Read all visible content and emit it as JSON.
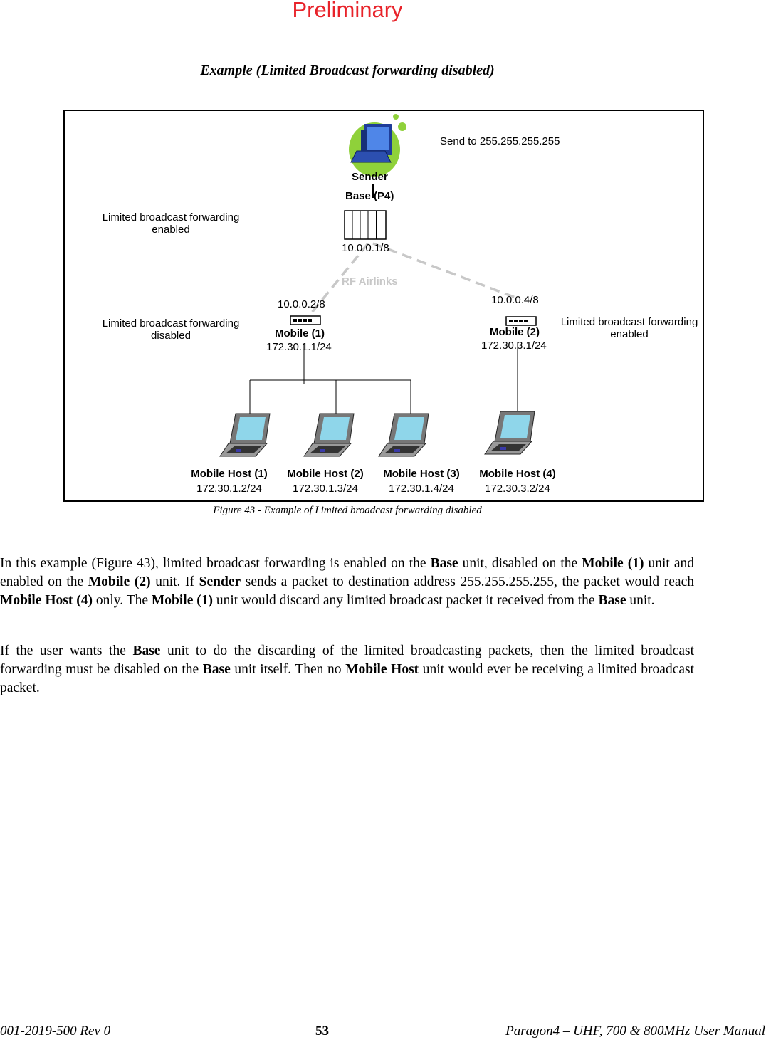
{
  "watermark": "Preliminary",
  "section_heading": "Example (Limited Broadcast forwarding disabled)",
  "diagram": {
    "send_to": "Send to 255.255.255.255",
    "sender": "Sender",
    "base_label": "Base (P4)",
    "base_ip": "10.0.0.1/8",
    "rf_airlinks": "RF Airlinks",
    "base_note_line1": "Limited broadcast forwarding",
    "base_note_line2": "enabled",
    "mobile1_note_line1": "Limited broadcast forwarding",
    "mobile1_note_line2": "disabled",
    "mobile2_note_line1": "Limited broadcast forwarding",
    "mobile2_note_line2": "enabled",
    "mobile1": {
      "ip_rf": "10.0.0.2/8",
      "label": "Mobile (1)",
      "ip_lan": "172.30.1.1/24"
    },
    "mobile2": {
      "ip_rf": "10.0.0.4/8",
      "label": "Mobile (2)",
      "ip_lan": "172.30.3.1/24"
    },
    "hosts": [
      {
        "label": "Mobile Host (1)",
        "ip": "172.30.1.2/24"
      },
      {
        "label": "Mobile Host (2)",
        "ip": "172.30.1.3/24"
      },
      {
        "label": "Mobile Host (3)",
        "ip": "172.30.1.4/24"
      },
      {
        "label": "Mobile Host (4)",
        "ip": "172.30.3.2/24"
      }
    ],
    "colors": {
      "watermark": "#e8232a",
      "rf_link": "#c8c8c8",
      "sender_blob": "#8fd13a",
      "monitor": "#3366cc"
    }
  },
  "caption": "Figure 43 - Example of Limited broadcast forwarding disabled",
  "paragraph1": {
    "t1": "In this example (Figure 43), limited broadcast forwarding is enabled on the ",
    "b1": "Base",
    "t2": " unit, disabled on the ",
    "b2": "Mobile (1)",
    "t3": " unit and enabled on the ",
    "b3": "Mobile (2)",
    "t4": " unit. If ",
    "b4": "Sender",
    "t5": " sends a packet to destination address 255.255.255.255, the packet would reach ",
    "b5": "Mobile Host (4)",
    "t6": " only.  The ",
    "b6": "Mobile (1)",
    "t7": " unit would discard any limited broadcast packet it received from the ",
    "b7": "Base",
    "t8": " unit."
  },
  "paragraph2": {
    "t1": "If the user wants the ",
    "b1": "Base",
    "t2": " unit to do the discarding of the limited broadcasting packets, then the limited broadcast forwarding must be disabled on the ",
    "b2": "Base",
    "t3": " unit itself. Then no ",
    "b3": "Mobile Host",
    "t4": " unit would ever be receiving a limited broadcast packet."
  },
  "footer": {
    "left": "001-2019-500 Rev 0",
    "page": "53",
    "right": "Paragon4 – UHF, 700  & 800MHz User Manual"
  }
}
